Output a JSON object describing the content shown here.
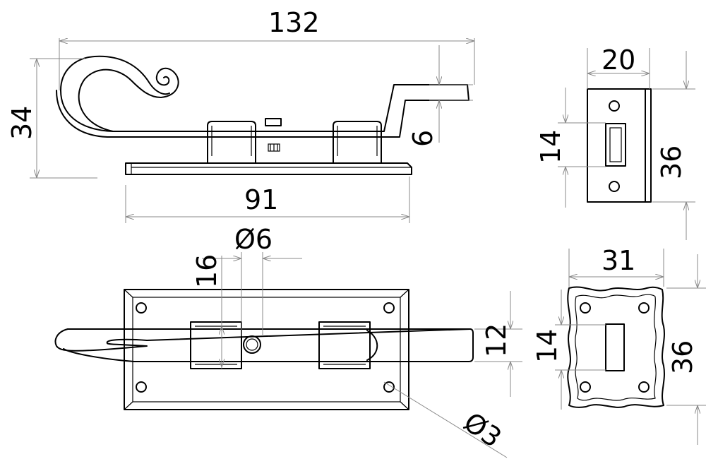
{
  "dimensions": {
    "overall_length": "132",
    "overall_height": "34",
    "bolt_thickness": "6",
    "plate_length": "91",
    "keep_width": "20",
    "keep_hole_spacing_side": "14",
    "keep_height_side": "36",
    "knob_diameter": "Ø6",
    "staple_width": "16",
    "bolt_width": "12",
    "screw_hole_diameter": "Ø3",
    "rect_keep_width": "31",
    "rect_keep_hole_spacing": "14",
    "rect_keep_height": "36"
  },
  "colors": {
    "line": "#000000",
    "dimension": "#888888",
    "background": "#ffffff"
  }
}
